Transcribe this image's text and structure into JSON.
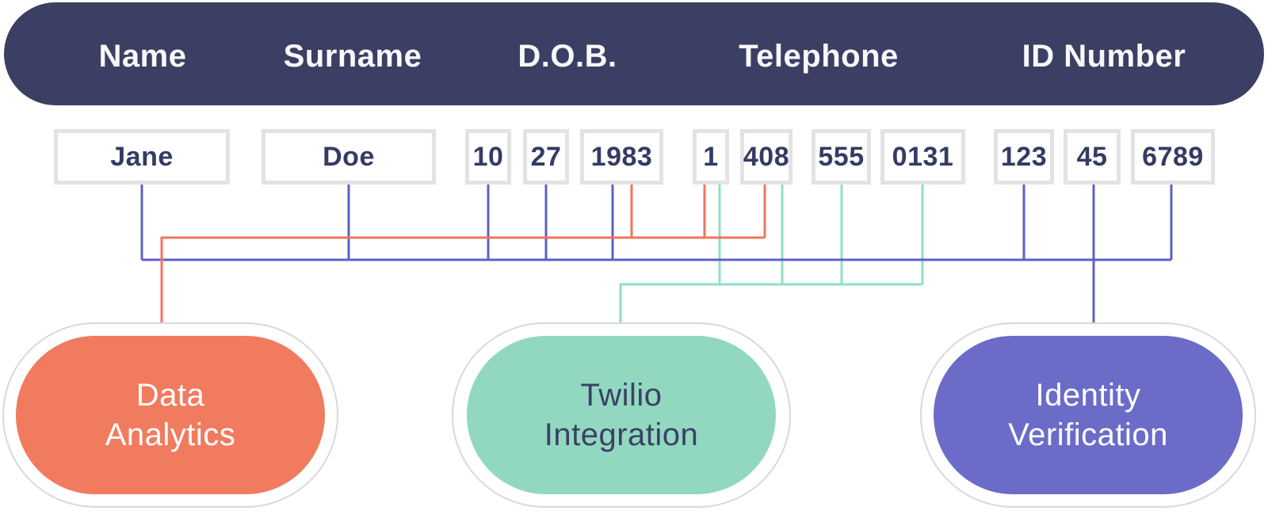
{
  "colors": {
    "header_bg": "#3B3F63",
    "header_text": "#F8F8FA",
    "box_border": "#E3E3E5",
    "box_text": "#353B63",
    "line_purple": "#5D61C6",
    "line_orange": "#F0745B",
    "line_green": "#8FDFC8",
    "halo_border": "#D9D9DA",
    "pill_coral": "#F07B5F",
    "pill_mint": "#92D8C0",
    "pill_purple": "#6A6CC8",
    "pill_text_light": "#FFFFFF",
    "pill_text_dark": "#3A4166"
  },
  "header": {
    "labels": [
      "Name",
      "Surname",
      "D.O.B.",
      "Telephone",
      "ID Number"
    ]
  },
  "fields": [
    "Jane",
    "Doe",
    "10",
    "27",
    "1983",
    "1",
    "408",
    "555",
    "0131",
    "123",
    "45",
    "6789"
  ],
  "services": [
    {
      "label": "Data\nAnalytics",
      "color": "#F07B5F",
      "line_color": "#F0745B",
      "connected_values": [
        "1983",
        "1",
        "408"
      ]
    },
    {
      "label": "Twilio\nIntegration",
      "color": "#92D8C0",
      "line_color": "#8FDFC8",
      "connected_values": [
        "1",
        "408",
        "555",
        "0131"
      ]
    },
    {
      "label": "Identity\nVerification",
      "color": "#6A6CC8",
      "line_color": "#5D61C6",
      "connected_values": [
        "Jane",
        "Doe",
        "10",
        "27",
        "1983",
        "123",
        "45",
        "6789"
      ]
    }
  ]
}
